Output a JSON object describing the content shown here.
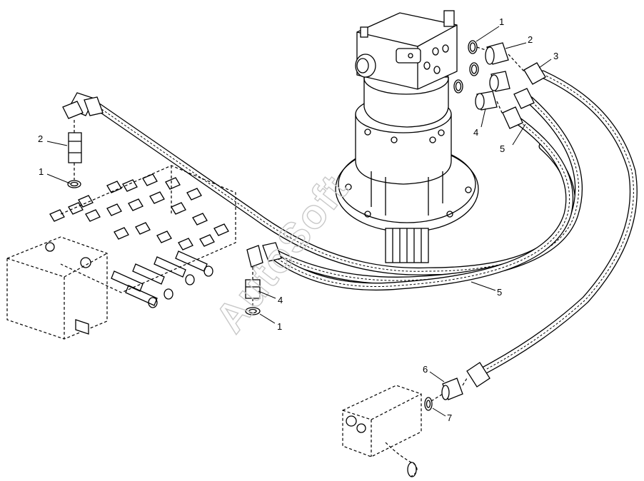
{
  "watermark": "AutoSoft",
  "callouts": {
    "c1_top": "1",
    "c2_top": "2",
    "c3_top": "3",
    "c4_top": "4",
    "c5_top": "5",
    "c2_left": "2",
    "c1_left": "1",
    "c4_mid": "4",
    "c1_mid": "1",
    "c5_mid": "5",
    "c6_bottom": "6",
    "c7_bottom": "7"
  }
}
